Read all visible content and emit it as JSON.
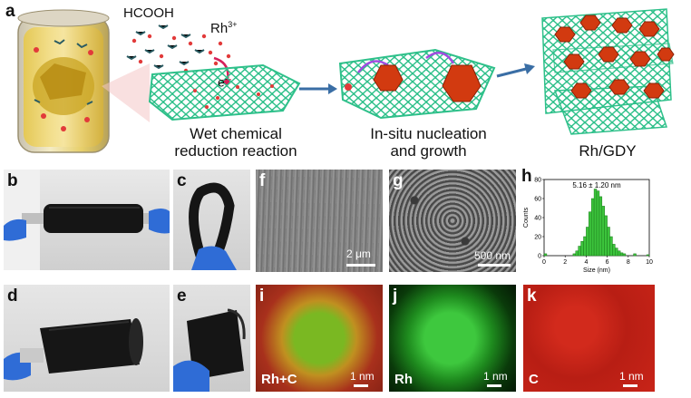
{
  "panel_labels": {
    "a": "a",
    "b": "b",
    "c": "c",
    "d": "d",
    "e": "e",
    "f": "f",
    "g": "g",
    "h": "h",
    "i": "i",
    "j": "j",
    "k": "k"
  },
  "schematic": {
    "reagent": "HCOOH",
    "ion": "Rh",
    "ion_charge": "3+",
    "electron": "e",
    "electron_charge": "-",
    "step1_line1": "Wet chemical",
    "step1_line2": "reduction reaction",
    "step2_line1": "In-situ nucleation",
    "step2_line2": "and growth",
    "product": "Rh/GDY"
  },
  "scalebars": {
    "f": "2 μm",
    "g": "500 nm",
    "i": "1 nm",
    "j": "1 nm",
    "k": "1 nm"
  },
  "map_labels": {
    "i": "Rh+C",
    "j": "Rh",
    "k": "C"
  },
  "colors": {
    "gdy": "#2ec08a",
    "rh": "#d23a10",
    "arrow": "#3a6ea5",
    "bar": "#3cc43c"
  },
  "chart_data": {
    "type": "bar",
    "title": "5.16 ± 1.20 nm",
    "xlabel": "Size (nm)",
    "ylabel": "Counts",
    "xlim": [
      0,
      10
    ],
    "ylim": [
      0,
      80
    ],
    "xticks": [
      "0",
      "2",
      "4",
      "6",
      "8",
      "10"
    ],
    "yticks": [
      "0",
      "20",
      "40",
      "60",
      "80"
    ],
    "bin_width": 0.25,
    "x": [
      0.0,
      2.75,
      3.0,
      3.25,
      3.5,
      3.75,
      4.0,
      4.25,
      4.5,
      4.75,
      5.0,
      5.25,
      5.5,
      5.75,
      6.0,
      6.25,
      6.5,
      6.75,
      7.0,
      7.25,
      7.5,
      8.5,
      9.75
    ],
    "values": [
      2,
      2,
      5,
      10,
      15,
      20,
      30,
      46,
      60,
      70,
      68,
      62,
      52,
      42,
      30,
      20,
      12,
      8,
      5,
      3,
      2,
      2,
      1
    ]
  }
}
